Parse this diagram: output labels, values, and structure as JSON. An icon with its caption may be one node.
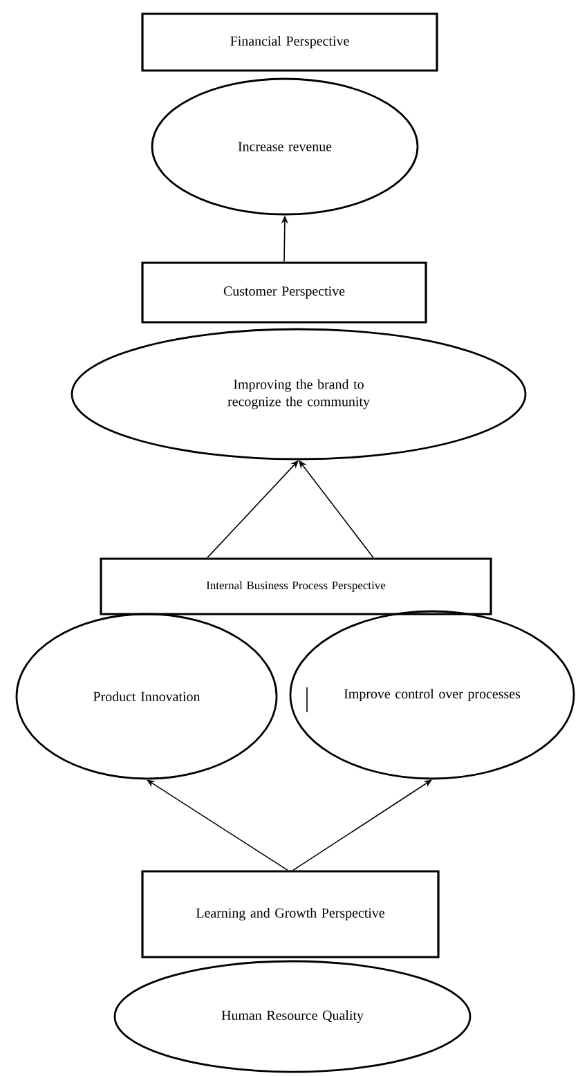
{
  "diagram": {
    "nodes": [
      {
        "text": [
          "Financial Perspective"
        ]
      },
      {
        "text": [
          "Increase revenue"
        ]
      },
      {
        "text": [
          "Customer Perspective"
        ]
      },
      {
        "text": [
          "Improving the brand to recognize the community"
        ]
      },
      {
        "text": [
          "Internal Business Process Perspective"
        ]
      },
      {
        "text": [
          "Product Innovation"
        ]
      },
      {
        "text": [
          "Improve control over processes"
        ]
      },
      {
        "text": [
          "Learning and Growth Perspective"
        ]
      },
      {
        "text": [
          "Human Resource Quality"
        ]
      }
    ],
    "edges": [
      {
        "from": 2,
        "to": 1,
        "arrow": "to"
      },
      {
        "from": 4,
        "to": 3,
        "arrow": "to"
      },
      {
        "from": 4,
        "to": 3,
        "arrow": "to"
      },
      {
        "from": 7,
        "to": 5,
        "arrow": "to"
      },
      {
        "from": 7,
        "to": 6,
        "arrow": "to"
      }
    ]
  }
}
